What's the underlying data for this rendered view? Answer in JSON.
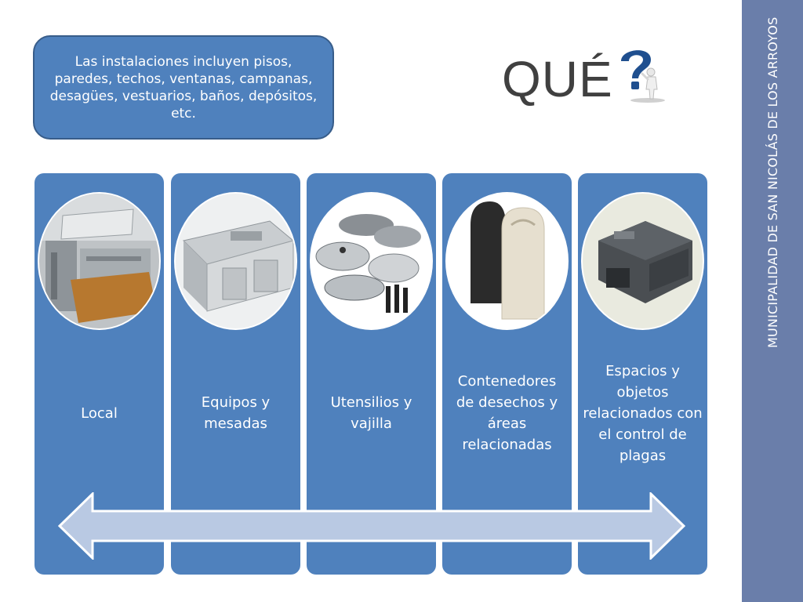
{
  "callout": {
    "text": "Las instalaciones incluyen pisos, paredes, techos, ventanas, campanas, desagües, vestuarios, baños, depósitos, etc."
  },
  "heading": {
    "text": "QUÉ"
  },
  "sidebar": {
    "text": "MUNICIPALIDAD DE SAN NICOLÁS DE LOS ARROYOS"
  },
  "columns": [
    {
      "label": "Local",
      "image": "kitchen-interior-photo"
    },
    {
      "label": "Equipos y mesadas",
      "image": "steel-kitchen-equipment-photo"
    },
    {
      "label": "Utensilios y vajilla",
      "image": "cookware-set-photo"
    },
    {
      "label": "Contenedores de desechos y áreas relacionadas",
      "image": "trash-bins-photo"
    },
    {
      "label": "Espacios y objetos relacionados con el control de plagas",
      "image": "rodent-bait-station-photo"
    }
  ],
  "colors": {
    "column": "#4f81bd",
    "callout_border": "#385d8a",
    "sidebar": "#6a7eaa",
    "arrow": "#b9c9e3"
  }
}
